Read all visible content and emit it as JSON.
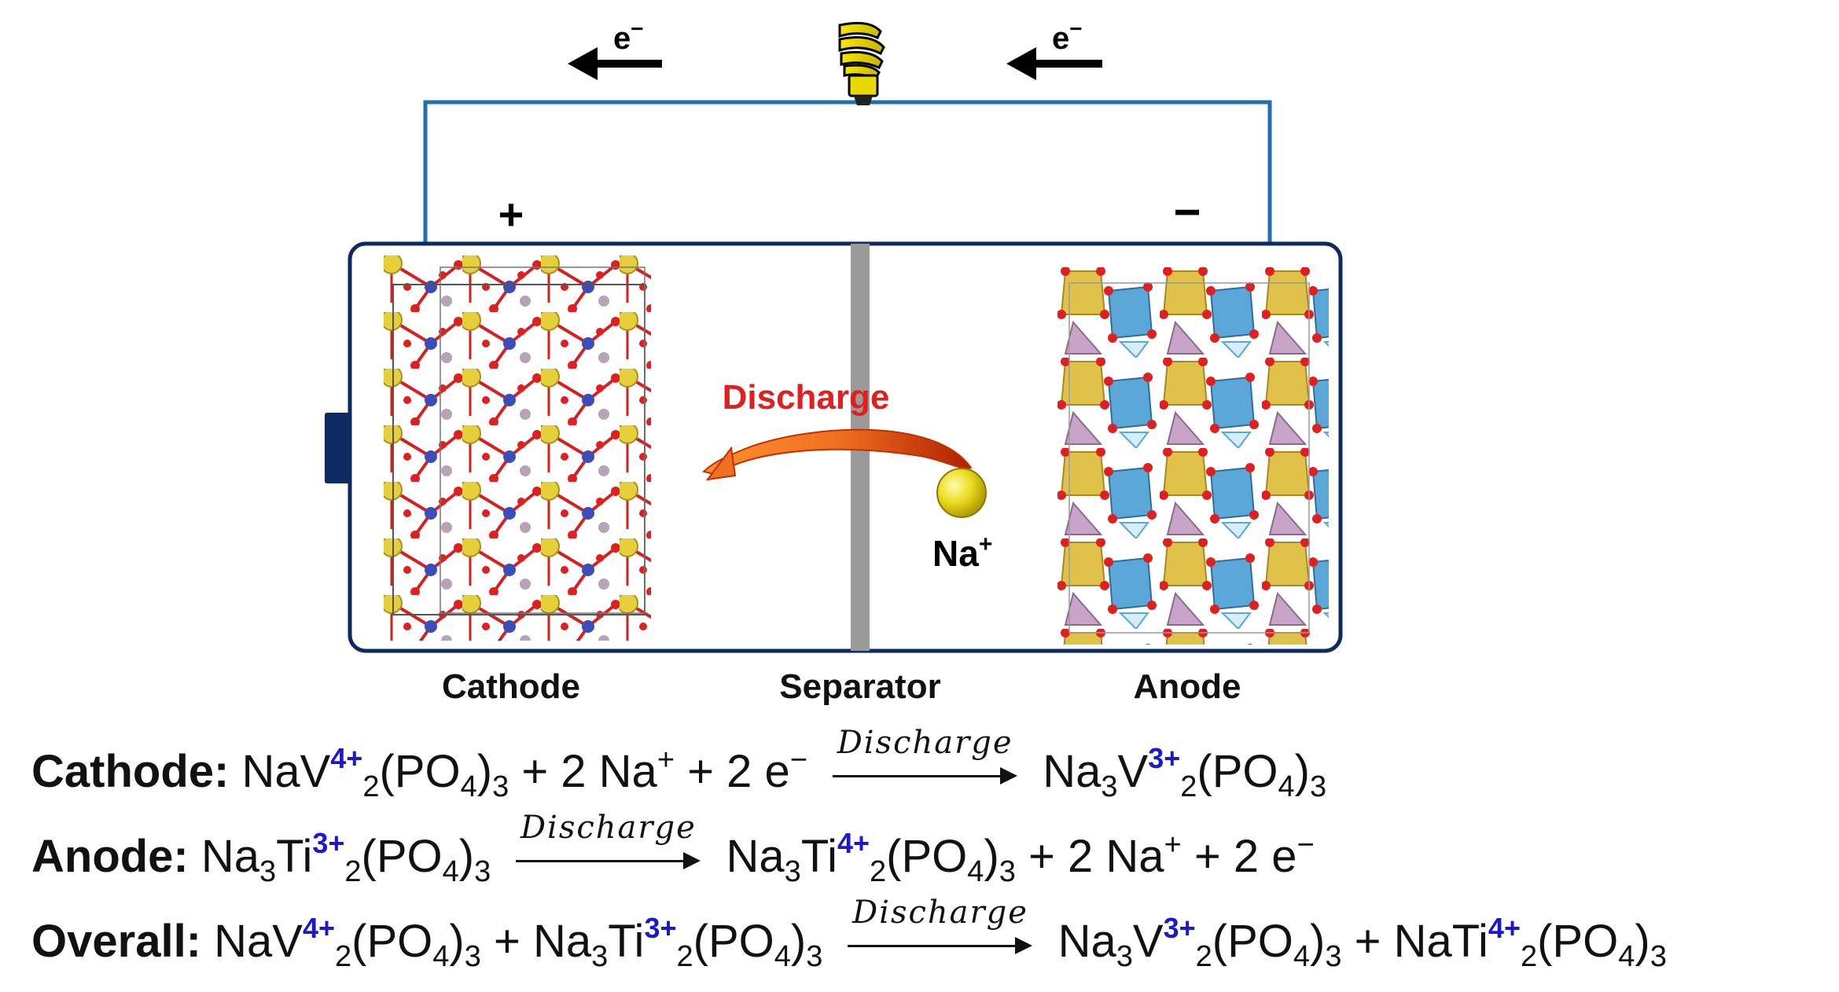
{
  "diagram": {
    "electron_label": "e",
    "electron_sign": "−",
    "plus_sign": "+",
    "minus_sign": "−",
    "discharge_label": "Discharge",
    "ion_label": "Na",
    "ion_charge": "+",
    "cathode_label": "Cathode",
    "separator_label": "Separator",
    "anode_label": "Anode",
    "colors": {
      "wire": "#1f6fb5",
      "battery_border": "#0d2a63",
      "separator": "#9a9a9a",
      "discharge_text": "#e02020",
      "sodium_ball": "#e8d81a",
      "oxidation_state": "#1a1acc",
      "vo_octahedra": "#e0c24a",
      "tio_octahedra": "#5aa7d8",
      "po_tetrahedra": "#c9a4c9"
    },
    "icons": [
      "bulb-icon",
      "left-arrow-icon"
    ]
  },
  "equations": {
    "arrow_label": "Discharge",
    "cathode": {
      "head": "Cathode:",
      "lhs": [
        {
          "t": "NaV"
        },
        {
          "ox": "4+"
        },
        {
          "sub": "2"
        },
        {
          "t": "(PO"
        },
        {
          "sub": "4"
        },
        {
          "t": ")"
        },
        {
          "sub": "3"
        },
        {
          "t": " + 2 Na"
        },
        {
          "sup": "+"
        },
        {
          "t": " + 2 e"
        },
        {
          "sup": "−"
        }
      ],
      "rhs": [
        {
          "t": "Na"
        },
        {
          "sub": "3"
        },
        {
          "t": "V"
        },
        {
          "ox": "3+"
        },
        {
          "sub": "2"
        },
        {
          "t": "(PO"
        },
        {
          "sub": "4"
        },
        {
          "t": ")"
        },
        {
          "sub": "3"
        }
      ]
    },
    "anode": {
      "head": "Anode:",
      "lhs": [
        {
          "t": "Na"
        },
        {
          "sub": "3"
        },
        {
          "t": "Ti"
        },
        {
          "ox": "3+"
        },
        {
          "sub": "2"
        },
        {
          "t": "(PO"
        },
        {
          "sub": "4"
        },
        {
          "t": ")"
        },
        {
          "sub": "3"
        }
      ],
      "rhs": [
        {
          "t": "Na"
        },
        {
          "sub": "3"
        },
        {
          "t": "Ti"
        },
        {
          "ox": "4+"
        },
        {
          "sub": "2"
        },
        {
          "t": "(PO"
        },
        {
          "sub": "4"
        },
        {
          "t": ")"
        },
        {
          "sub": "3"
        },
        {
          "t": " + 2 Na"
        },
        {
          "sup": "+"
        },
        {
          "t": " + 2 e"
        },
        {
          "sup": "−"
        }
      ]
    },
    "overall": {
      "head": "Overall:",
      "lhs": [
        {
          "t": "NaV"
        },
        {
          "ox": "4+"
        },
        {
          "sub": "2"
        },
        {
          "t": "(PO"
        },
        {
          "sub": "4"
        },
        {
          "t": ")"
        },
        {
          "sub": "3"
        },
        {
          "t": " + Na"
        },
        {
          "sub": "3"
        },
        {
          "t": "Ti"
        },
        {
          "ox": "3+"
        },
        {
          "sub": "2"
        },
        {
          "t": "(PO"
        },
        {
          "sub": "4"
        },
        {
          "t": ")"
        },
        {
          "sub": "3"
        }
      ],
      "rhs": [
        {
          "t": "Na"
        },
        {
          "sub": "3"
        },
        {
          "t": "V"
        },
        {
          "ox": "3+"
        },
        {
          "sub": "2"
        },
        {
          "t": "(PO"
        },
        {
          "sub": "4"
        },
        {
          "t": ")"
        },
        {
          "sub": "3"
        },
        {
          "t": " + NaTi"
        },
        {
          "ox": "4+"
        },
        {
          "sub": "2"
        },
        {
          "t": "(PO"
        },
        {
          "sub": "4"
        },
        {
          "t": ")"
        },
        {
          "sub": "3"
        }
      ]
    }
  }
}
